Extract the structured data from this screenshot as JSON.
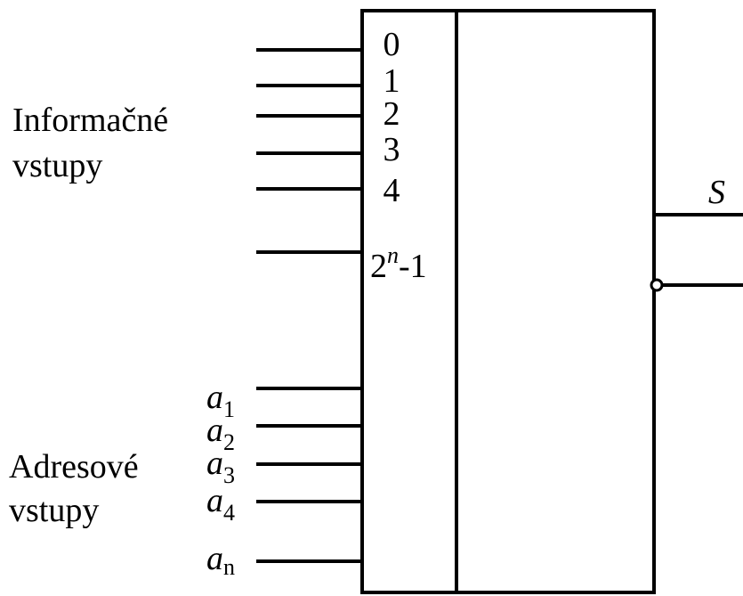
{
  "informacne": {
    "label_line1": "Informačné",
    "label_line2": "vstupy",
    "pins": [
      "0",
      "1",
      "2",
      "3",
      "4"
    ],
    "last_pin_base": "2",
    "last_pin_exp": "n",
    "last_pin_suffix": "-1"
  },
  "adresove": {
    "label_line1": "Adresové",
    "label_line2": "vstupy",
    "var": "a",
    "subscripts": [
      "1",
      "2",
      "3",
      "4",
      "n"
    ]
  },
  "output": {
    "label": "S"
  },
  "colors": {
    "stroke": "#000000",
    "background": "#ffffff"
  }
}
